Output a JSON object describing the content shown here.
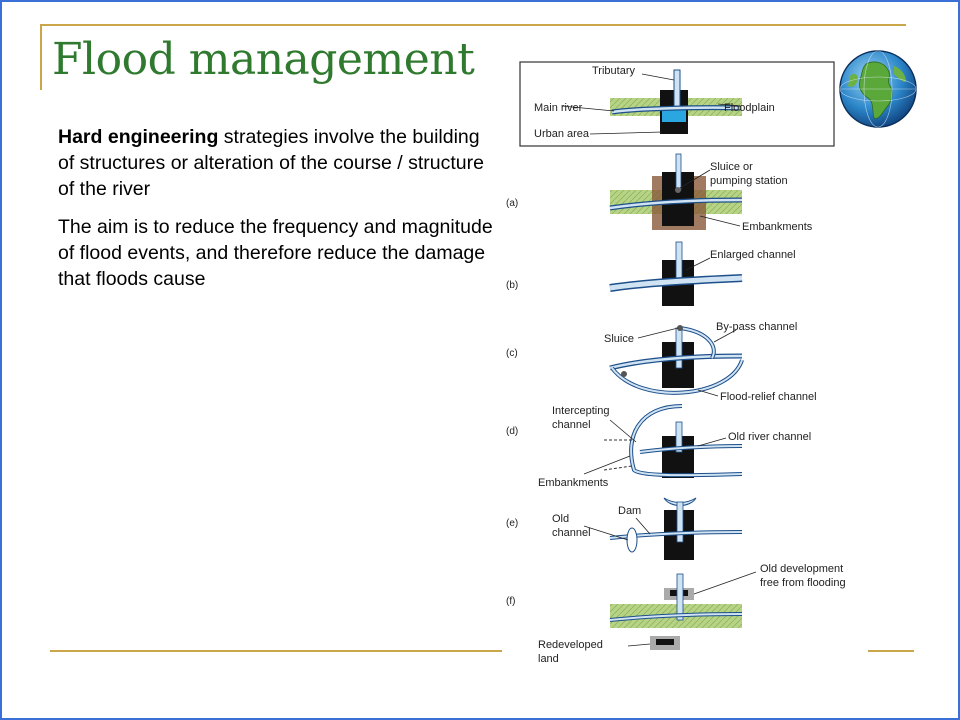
{
  "slide": {
    "title": "Flood management",
    "paragraph1": {
      "bold": "Hard engineering",
      "rest": " strategies involve the building of structures or alteration of the course / structure of the river"
    },
    "paragraph2": "The aim is to reduce the frequency and magnitude of flood events, and therefore reduce the damage that floods cause"
  },
  "diagram": {
    "panel_top": {
      "tributary": "Tributary",
      "main_river": "Main river",
      "floodplain": "Floodplain",
      "urban_area": "Urban area"
    },
    "panel_a": {
      "letter": "(a)",
      "sluice_line1": "Sluice or",
      "sluice_line2": "pumping station",
      "embankments": "Embankments"
    },
    "panel_b": {
      "letter": "(b)",
      "enlarged": "Enlarged channel"
    },
    "panel_c": {
      "letter": "(c)",
      "sluice": "Sluice",
      "bypass": "By-pass channel",
      "relief": "Flood-relief channel"
    },
    "panel_d": {
      "letter": "(d)",
      "intercept_line1": "Intercepting",
      "intercept_line2": "channel",
      "old_river": "Old river channel",
      "embankments": "Embankments"
    },
    "panel_e": {
      "letter": "(e)",
      "dam": "Dam",
      "old_channel_line1": "Old",
      "old_channel_line2": "channel"
    },
    "panel_f": {
      "letter": "(f)",
      "old_dev_line1": "Old development",
      "old_dev_line2": "free from flooding",
      "redev_line1": "Redeveloped",
      "redev_line2": "land"
    }
  },
  "colors": {
    "border": "#3a6fd8",
    "rule": "#c9a64a",
    "title": "#2f7a2f",
    "river_fill": "#cfe3f3",
    "floodplain": "#b7d486",
    "urban": "#111111",
    "urban_highlight": "#2aa7e0",
    "embankment": "#8a5a3a"
  },
  "icons": {
    "globe": "globe-icon"
  }
}
